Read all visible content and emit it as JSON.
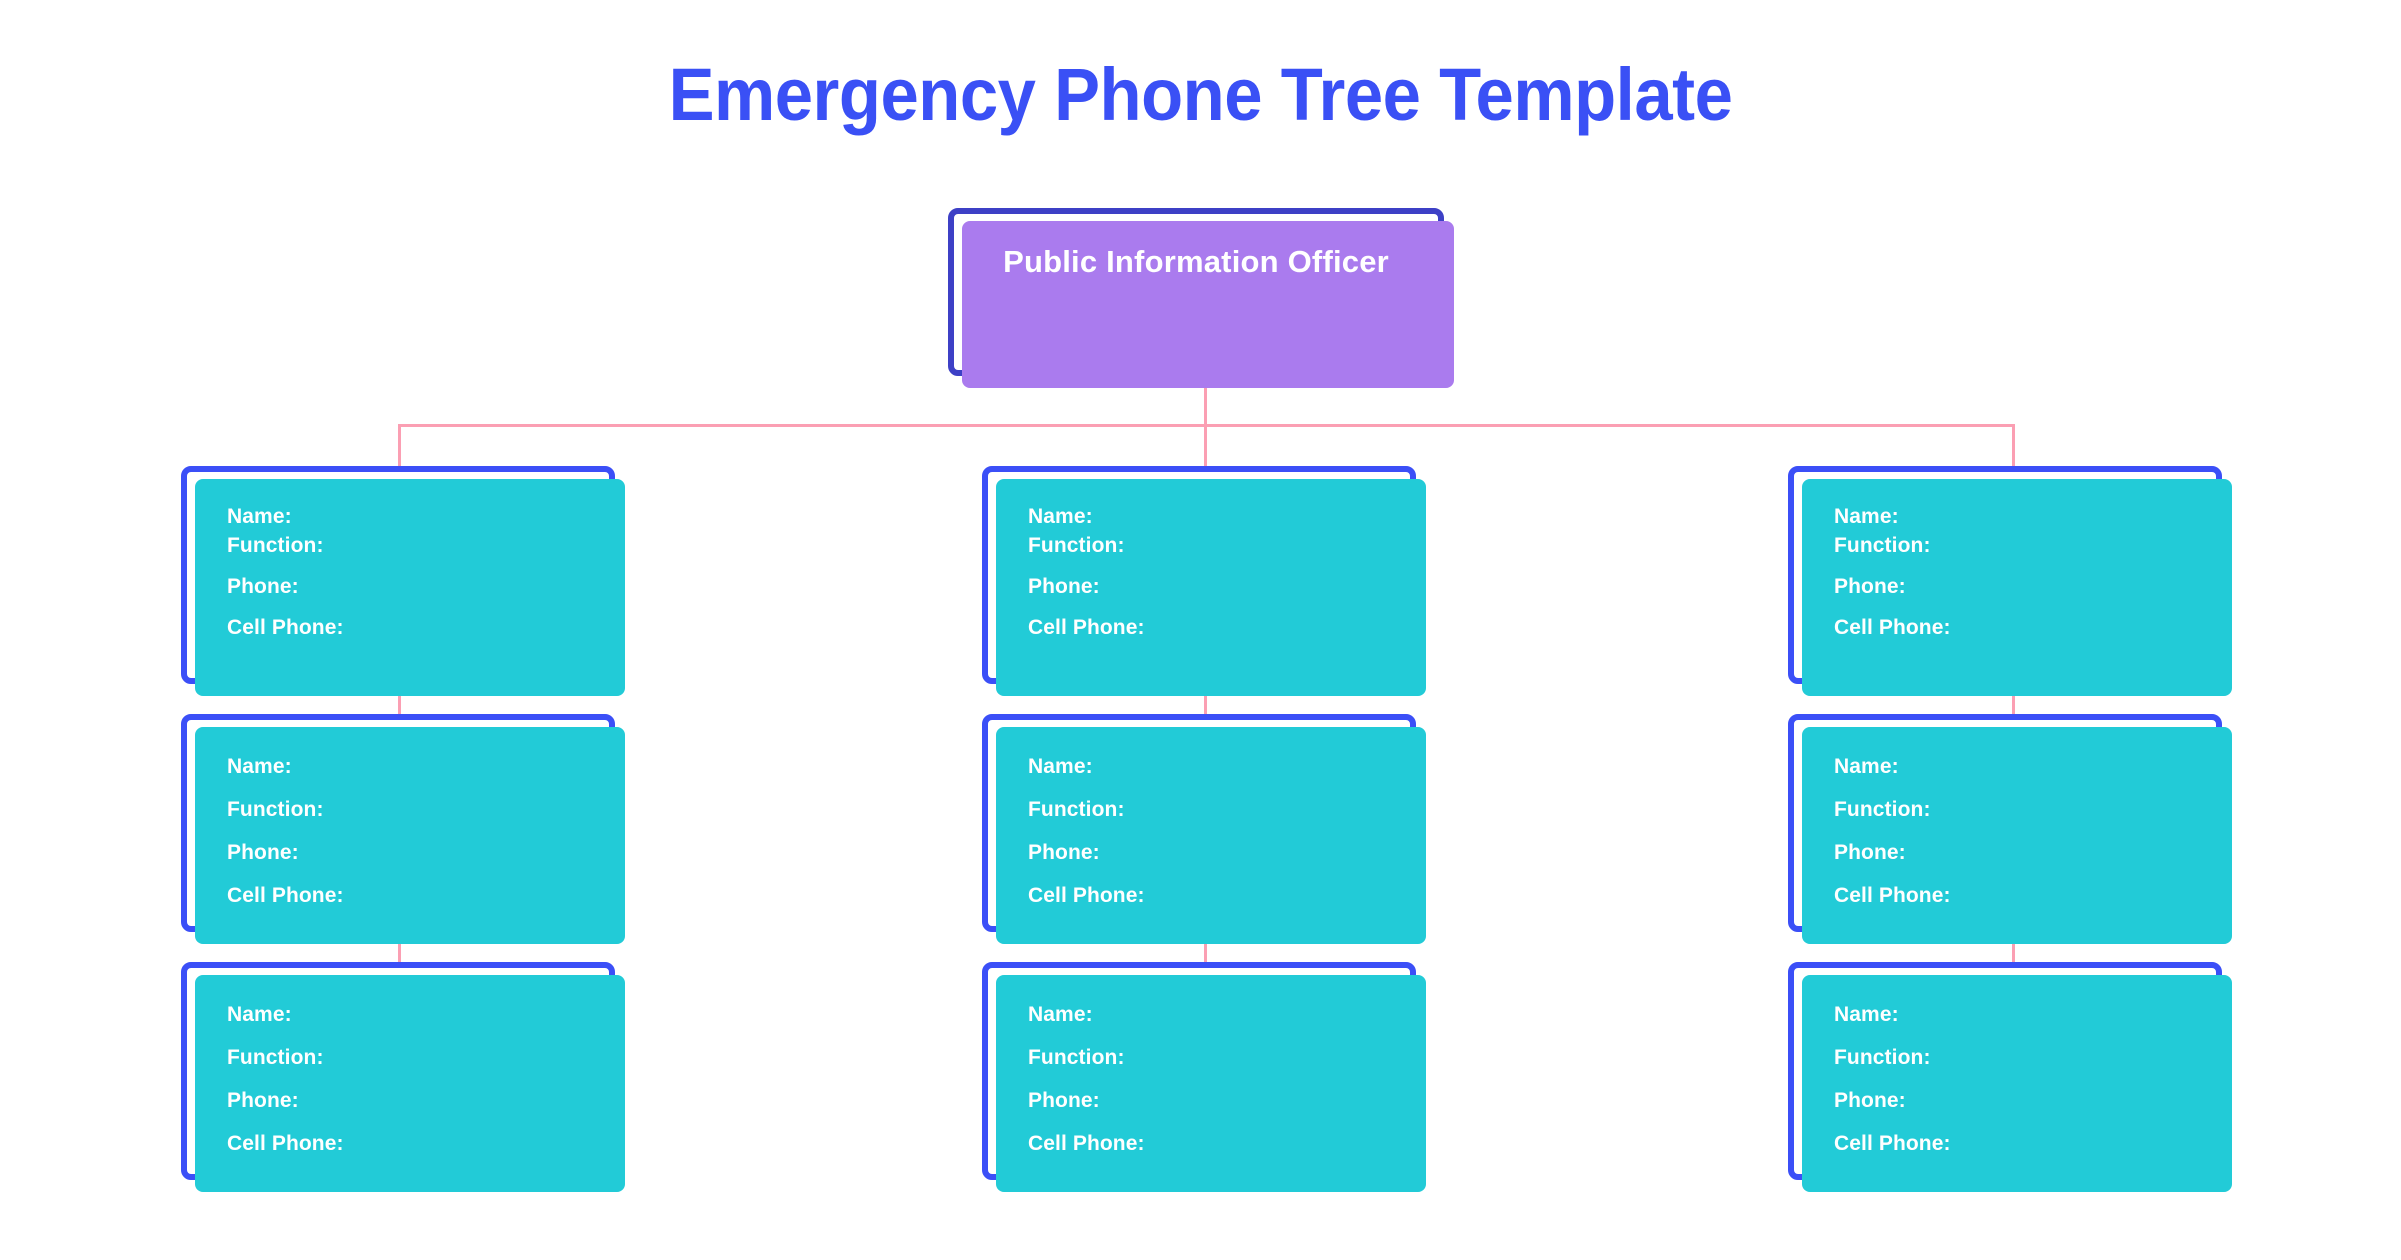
{
  "page": {
    "title": "Emergency Phone Tree Template",
    "background": "#ffffff"
  },
  "colors": {
    "title_blue": "#3a50f5",
    "child_border_blue": "#3b4ff7",
    "root_border_blue": "#3d40c6",
    "root_fill_purple": "#aa7bee",
    "child_fill_cyan": "#22cbd7",
    "connector_pink": "#fb9fb3",
    "text_white": "#ffffff"
  },
  "root": {
    "label": "Public Information Officer"
  },
  "field_labels": {
    "name": "Name:",
    "function": "Function:",
    "phone": "Phone:",
    "cell_phone": "Cell Phone:"
  },
  "columns": [
    {
      "id": "column-1",
      "nodes": [
        {
          "name": "Name:",
          "function": "Function:",
          "phone": "Phone:",
          "cell_phone": "Cell Phone:"
        },
        {
          "name": "Name:",
          "function": "Function:",
          "phone": "Phone:",
          "cell_phone": "Cell Phone:"
        },
        {
          "name": "Name:",
          "function": "Function:",
          "phone": "Phone:",
          "cell_phone": "Cell Phone:"
        }
      ]
    },
    {
      "id": "column-2",
      "nodes": [
        {
          "name": "Name:",
          "function": "Function:",
          "phone": "Phone:",
          "cell_phone": "Cell Phone:"
        },
        {
          "name": "Name:",
          "function": "Function:",
          "phone": "Phone:",
          "cell_phone": "Cell Phone:"
        },
        {
          "name": "Name:",
          "function": "Function:",
          "phone": "Phone:",
          "cell_phone": "Cell Phone:"
        }
      ]
    },
    {
      "id": "column-3",
      "nodes": [
        {
          "name": "Name:",
          "function": "Function:",
          "phone": "Phone:",
          "cell_phone": "Cell Phone:"
        },
        {
          "name": "Name:",
          "function": "Function:",
          "phone": "Phone:",
          "cell_phone": "Cell Phone:"
        },
        {
          "name": "Name:",
          "function": "Function:",
          "phone": "Phone:",
          "cell_phone": "Cell Phone:"
        }
      ]
    }
  ]
}
